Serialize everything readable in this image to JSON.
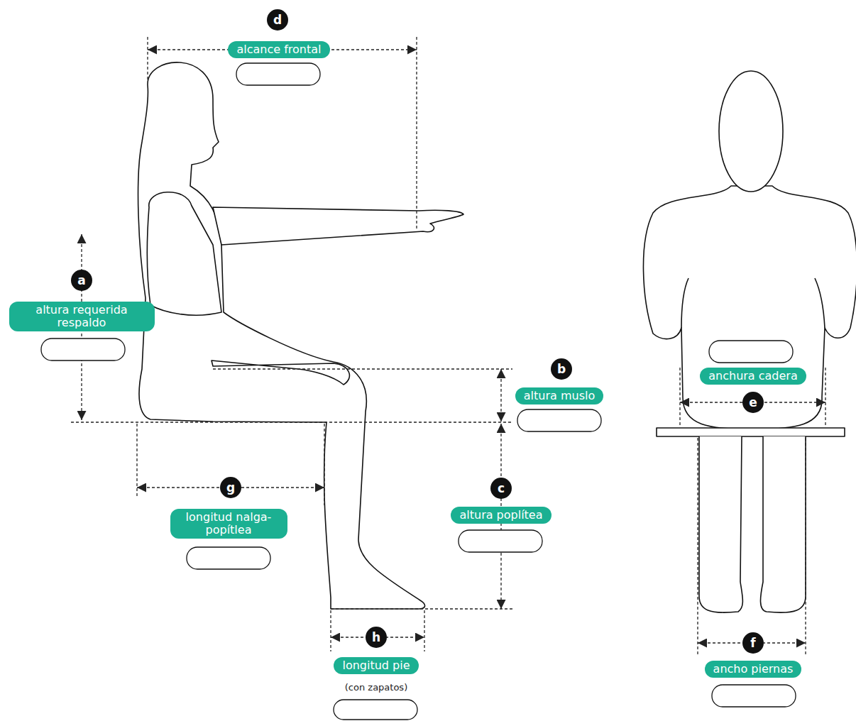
{
  "diagram": {
    "nodes": [
      {
        "text": [
          "d"
        ]
      },
      {
        "text": [
          "alcance frontal"
        ]
      },
      {
        "text": [
          "a"
        ]
      },
      {
        "text": [
          "altura requerida respaldo"
        ]
      },
      {
        "text": [
          "b"
        ]
      },
      {
        "text": [
          "altura muslo"
        ]
      },
      {
        "text": [
          "anchura cadera"
        ]
      },
      {
        "text": [
          "e"
        ]
      },
      {
        "text": [
          "g"
        ]
      },
      {
        "text": [
          "c"
        ]
      },
      {
        "text": [
          "longitud nalga-popítlea"
        ]
      },
      {
        "text": [
          "altura poplítea"
        ]
      },
      {
        "text": [
          "h"
        ]
      },
      {
        "text": [
          "longitud pie"
        ]
      },
      {
        "text": [
          "f"
        ]
      },
      {
        "text": [
          "ancho piernas"
        ]
      }
    ],
    "labels": [
      "(con zapatos)"
    ]
  }
}
